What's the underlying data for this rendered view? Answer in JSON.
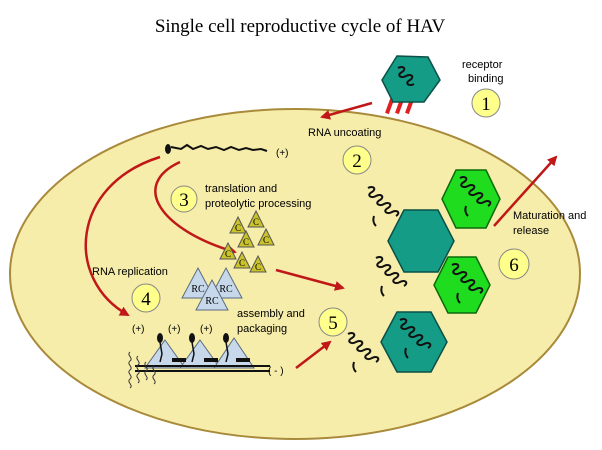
{
  "title": "Single cell reproductive cycle of HAV",
  "colors": {
    "cell_fill": "#f7edaa",
    "cell_stroke": "#a88a3a",
    "arrow": "#c01818",
    "step_circle": "#ffff8c",
    "capsid_teal": "#149c86",
    "capsid_green": "#1fdc1f",
    "protein_c": "#c9c22a",
    "rc_triangle": "#c6d8ea",
    "receptor": "#e02020"
  },
  "steps": [
    {
      "number": "1",
      "label_lines": [
        "receptor",
        "binding"
      ]
    },
    {
      "number": "2",
      "label_lines": [
        "RNA uncoating"
      ]
    },
    {
      "number": "3",
      "label_lines": [
        "translation and",
        "proteolytic processing"
      ]
    },
    {
      "number": "4",
      "label_lines": [
        "RNA replication"
      ]
    },
    {
      "number": "5",
      "label_lines": [
        "assembly and",
        "packaging"
      ]
    },
    {
      "number": "6",
      "label_lines": [
        "Maturation and",
        "release"
      ]
    }
  ],
  "labels": {
    "plus_strand": "(+)",
    "minus_strand": "( - )",
    "protein": "C",
    "replication_complex": "RC"
  },
  "icons": {
    "virion": "virion-icon",
    "receptor": "receptor-icon",
    "capsid": "capsid-hexagon-icon",
    "rna_coil": "rna-coil-icon"
  }
}
